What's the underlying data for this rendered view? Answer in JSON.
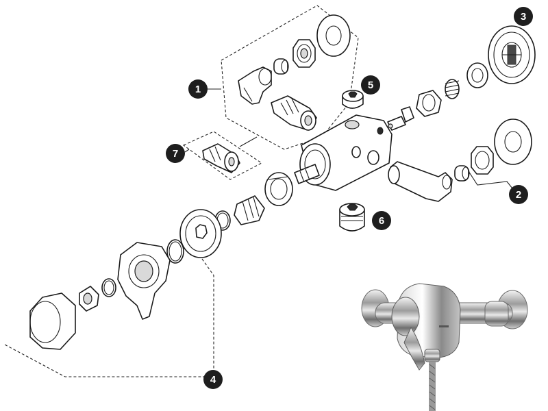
{
  "callouts": [
    {
      "id": "1",
      "label": "1"
    },
    {
      "id": "2",
      "label": "2"
    },
    {
      "id": "3",
      "label": "3"
    },
    {
      "id": "4",
      "label": "4"
    },
    {
      "id": "5",
      "label": "5"
    },
    {
      "id": "6",
      "label": "6"
    },
    {
      "id": "7",
      "label": "7"
    }
  ],
  "product_photo": {
    "description_icon": "chrome-exposed-thermostatic-shower-valve-photo"
  }
}
